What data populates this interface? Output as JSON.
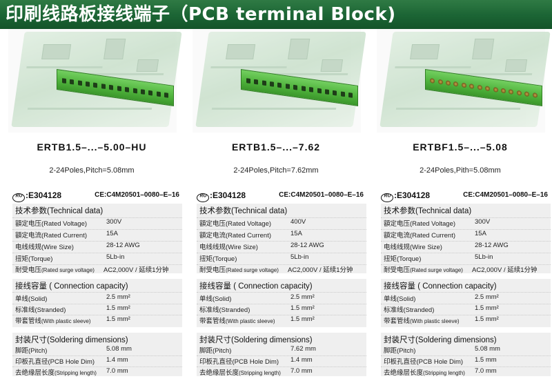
{
  "header": {
    "title": "印刷线路板接线端子（PCB terminal Block)"
  },
  "labels": {
    "tech_title": "技术参数(Technical data)",
    "rated_voltage": "額定电压(Rated Voltage)",
    "rated_current": "額定电流(Rated Current)",
    "wire_size": "电线线规(Wire Size)",
    "torque": "扭矩(Torque)",
    "surge_prefix": "耐受电压",
    "surge_small": "(Rated surge voltage)",
    "conn_title": "接线容量 ( Connection capacity)",
    "solid": "单线(Solid)",
    "stranded": "标准线(Stranded)",
    "sleeve_prefix": "带套管线",
    "sleeve_small": "(With plastic sleeve)",
    "solder_title": "封装尺寸(Soldering dimensions)",
    "pitch": "脚距(Pitch)",
    "hole": "印板孔直径(PCB Hole Dim)",
    "strip_prefix": "去绝缘层长度",
    "strip_small": "(Stripping length)"
  },
  "products": [
    {
      "model": "ERTB1.5–...–5.00–HU",
      "poles": "2-24Poles,Pitch=5.08mm",
      "ul_mark": "ᴿᵁ",
      "ul_code": "E304128",
      "ce_code": "CE:C4M20501–0080–E–16",
      "rated_voltage": "300V",
      "rated_current": "15A",
      "wire_size": "28-12 AWG",
      "torque": "5Lb-in",
      "surge": "AC2,000V / 延续1分钟",
      "solid": "2.5 mm²",
      "stranded": "1.5 mm²",
      "sleeve": "1.5 mm²",
      "pitch": "5.08  mm",
      "hole": "1.4 mm",
      "strip": "7.0 mm"
    },
    {
      "model": "ERTB1.5–...–7.62",
      "poles": "2-24Poles,Pitch=7.62mm",
      "ul_mark": "ᴿᵁ",
      "ul_code": "E304128",
      "ce_code": "CE:C4M20501–0080–E–16",
      "rated_voltage": "400V",
      "rated_current": "15A",
      "wire_size": "28-12 AWG",
      "torque": "5Lb-in",
      "surge": "AC2,000V / 延续1分钟",
      "solid": "2.5 mm²",
      "stranded": "1.5 mm²",
      "sleeve": "1.5 mm²",
      "pitch": "7.62  mm",
      "hole": "1.4 mm",
      "strip": "7.0 mm"
    },
    {
      "model": "ERTBF1.5–...–5.08",
      "poles": "2-24Poles,Pith=5.08mm",
      "ul_mark": "ᴿᵁ",
      "ul_code": "E304128",
      "ce_code": "CE:C4M20501–0080–E–16",
      "rated_voltage": "300V",
      "rated_current": "15A",
      "wire_size": "28-12 AWG",
      "torque": "5Lb-in",
      "surge": "AC2,000V / 延续1分钟",
      "solid": "2.5 mm²",
      "stranded": "1.5 mm²",
      "sleeve": "1.5 mm²",
      "pitch": "5.08  mm",
      "hole": "1.5 mm",
      "strip": "7.0 mm"
    }
  ]
}
